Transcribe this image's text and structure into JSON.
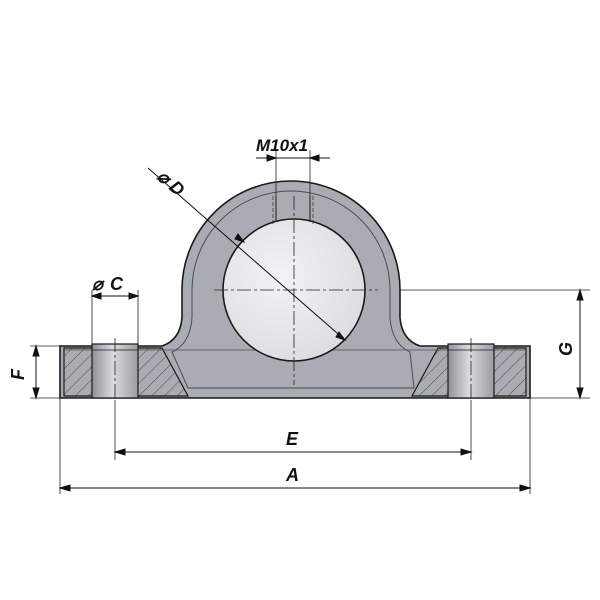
{
  "labels": {
    "thread": "M10x1",
    "bore_diameter": "D",
    "hole_diameter": "C",
    "hole_spacing": "E",
    "overall_length": "A",
    "base_height": "F",
    "axis_height": "G"
  },
  "symbols": {
    "diameter": "⌀"
  },
  "colors": {
    "body": "#a9acb2",
    "body_highlight": "#c9ccd2",
    "hole": "#d4d6da",
    "outline": "#1a1a1a",
    "line": "#222222"
  }
}
